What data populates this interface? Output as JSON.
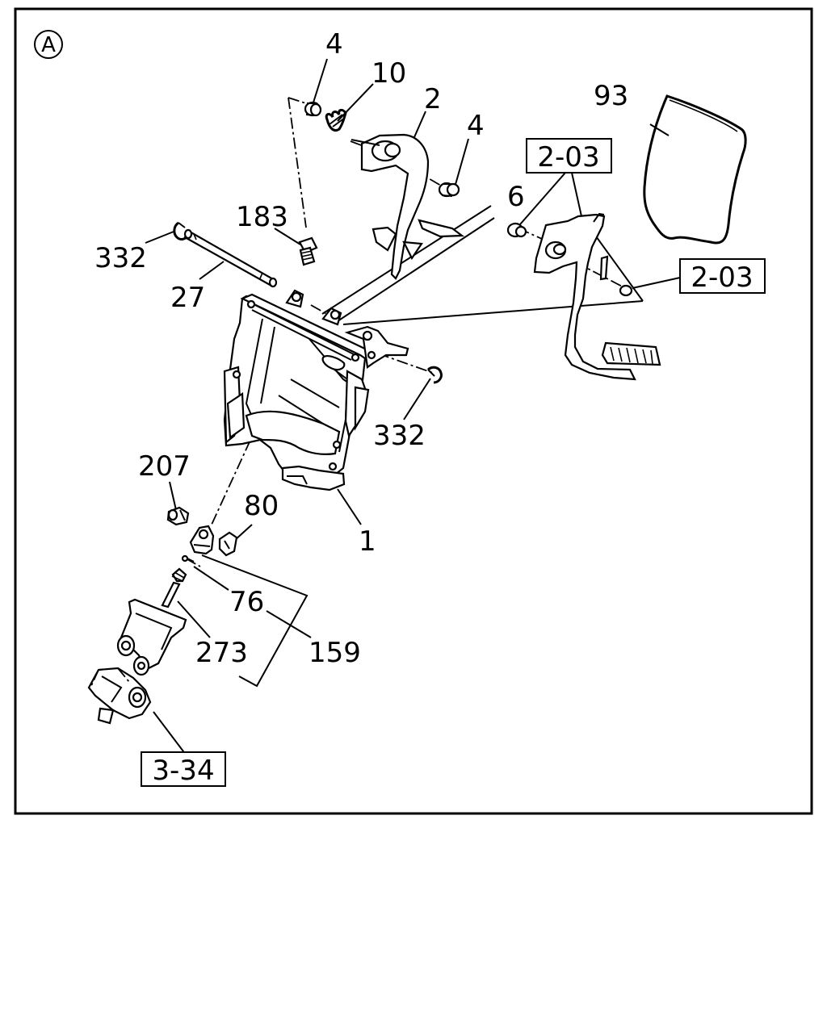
{
  "view_marker": "A",
  "part_labels": {
    "p4_top": "4",
    "p10": "10",
    "p2": "2",
    "p4_right": "4",
    "p93": "93",
    "p6": "6",
    "p183": "183",
    "p332_left": "332",
    "p27": "27",
    "p332_right": "332",
    "p207": "207",
    "p80": "80",
    "p1": "1",
    "p76": "76",
    "p273": "273",
    "p159": "159"
  },
  "reference_labels": {
    "ref_2_03_top": "2-03",
    "ref_2_03_right": "2-03",
    "ref_3_34": "3-34"
  }
}
